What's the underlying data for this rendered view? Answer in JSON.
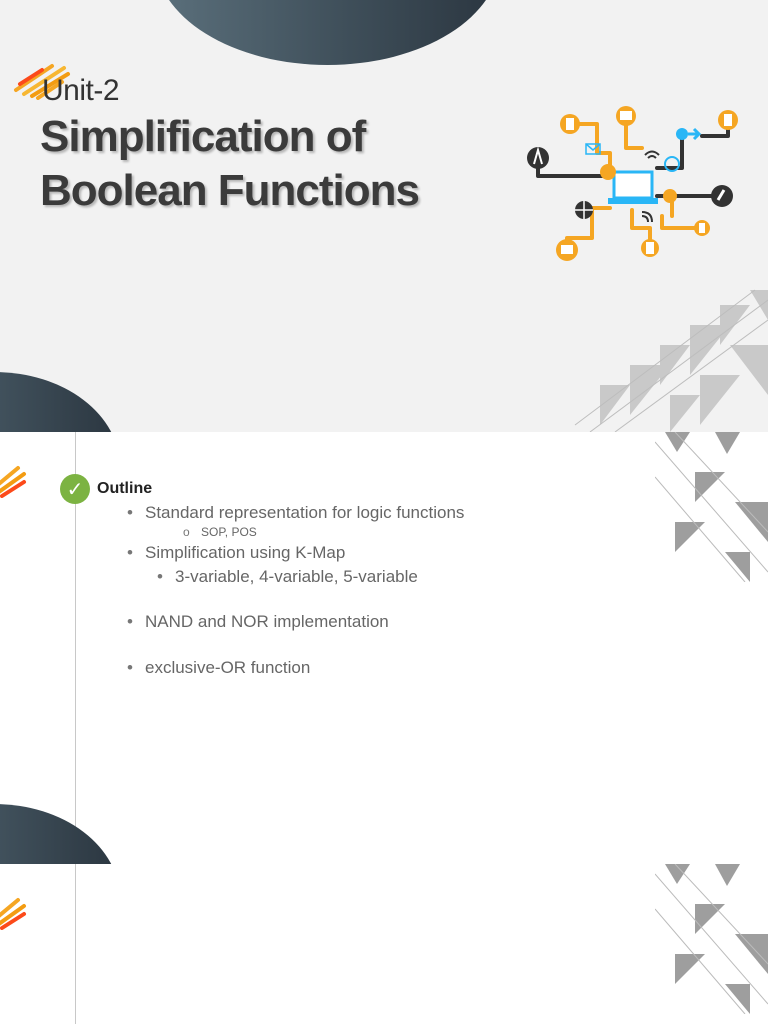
{
  "slide1": {
    "subtitle": "Unit-2",
    "title_line1": "Simplification of",
    "title_line2": "Boolean Functions",
    "network_icon": "computer-network-illustration-icon"
  },
  "slide2": {
    "heading": "Outline",
    "check_icon": "checkmark-icon",
    "items": [
      {
        "level": 1,
        "bullet": "•",
        "text": "Standard representation for logic functions"
      },
      {
        "level": 3,
        "bullet": "o",
        "text": "SOP, POS"
      },
      {
        "level": 1,
        "bullet": "•",
        "text": "Simplification using K-Map"
      },
      {
        "level": 2,
        "bullet": "•",
        "text": "3-variable, 4-variable, 5-variable"
      },
      {
        "level": 1,
        "bullet": "•",
        "text": "NAND and NOR implementation"
      },
      {
        "level": 1,
        "bullet": "•",
        "text": "exclusive-OR function"
      }
    ]
  },
  "colors": {
    "dark_arc": "#3f4f5a",
    "accent_orange": "#f5a623",
    "check_green": "#7cb342",
    "network_cyan": "#29b6f6"
  }
}
